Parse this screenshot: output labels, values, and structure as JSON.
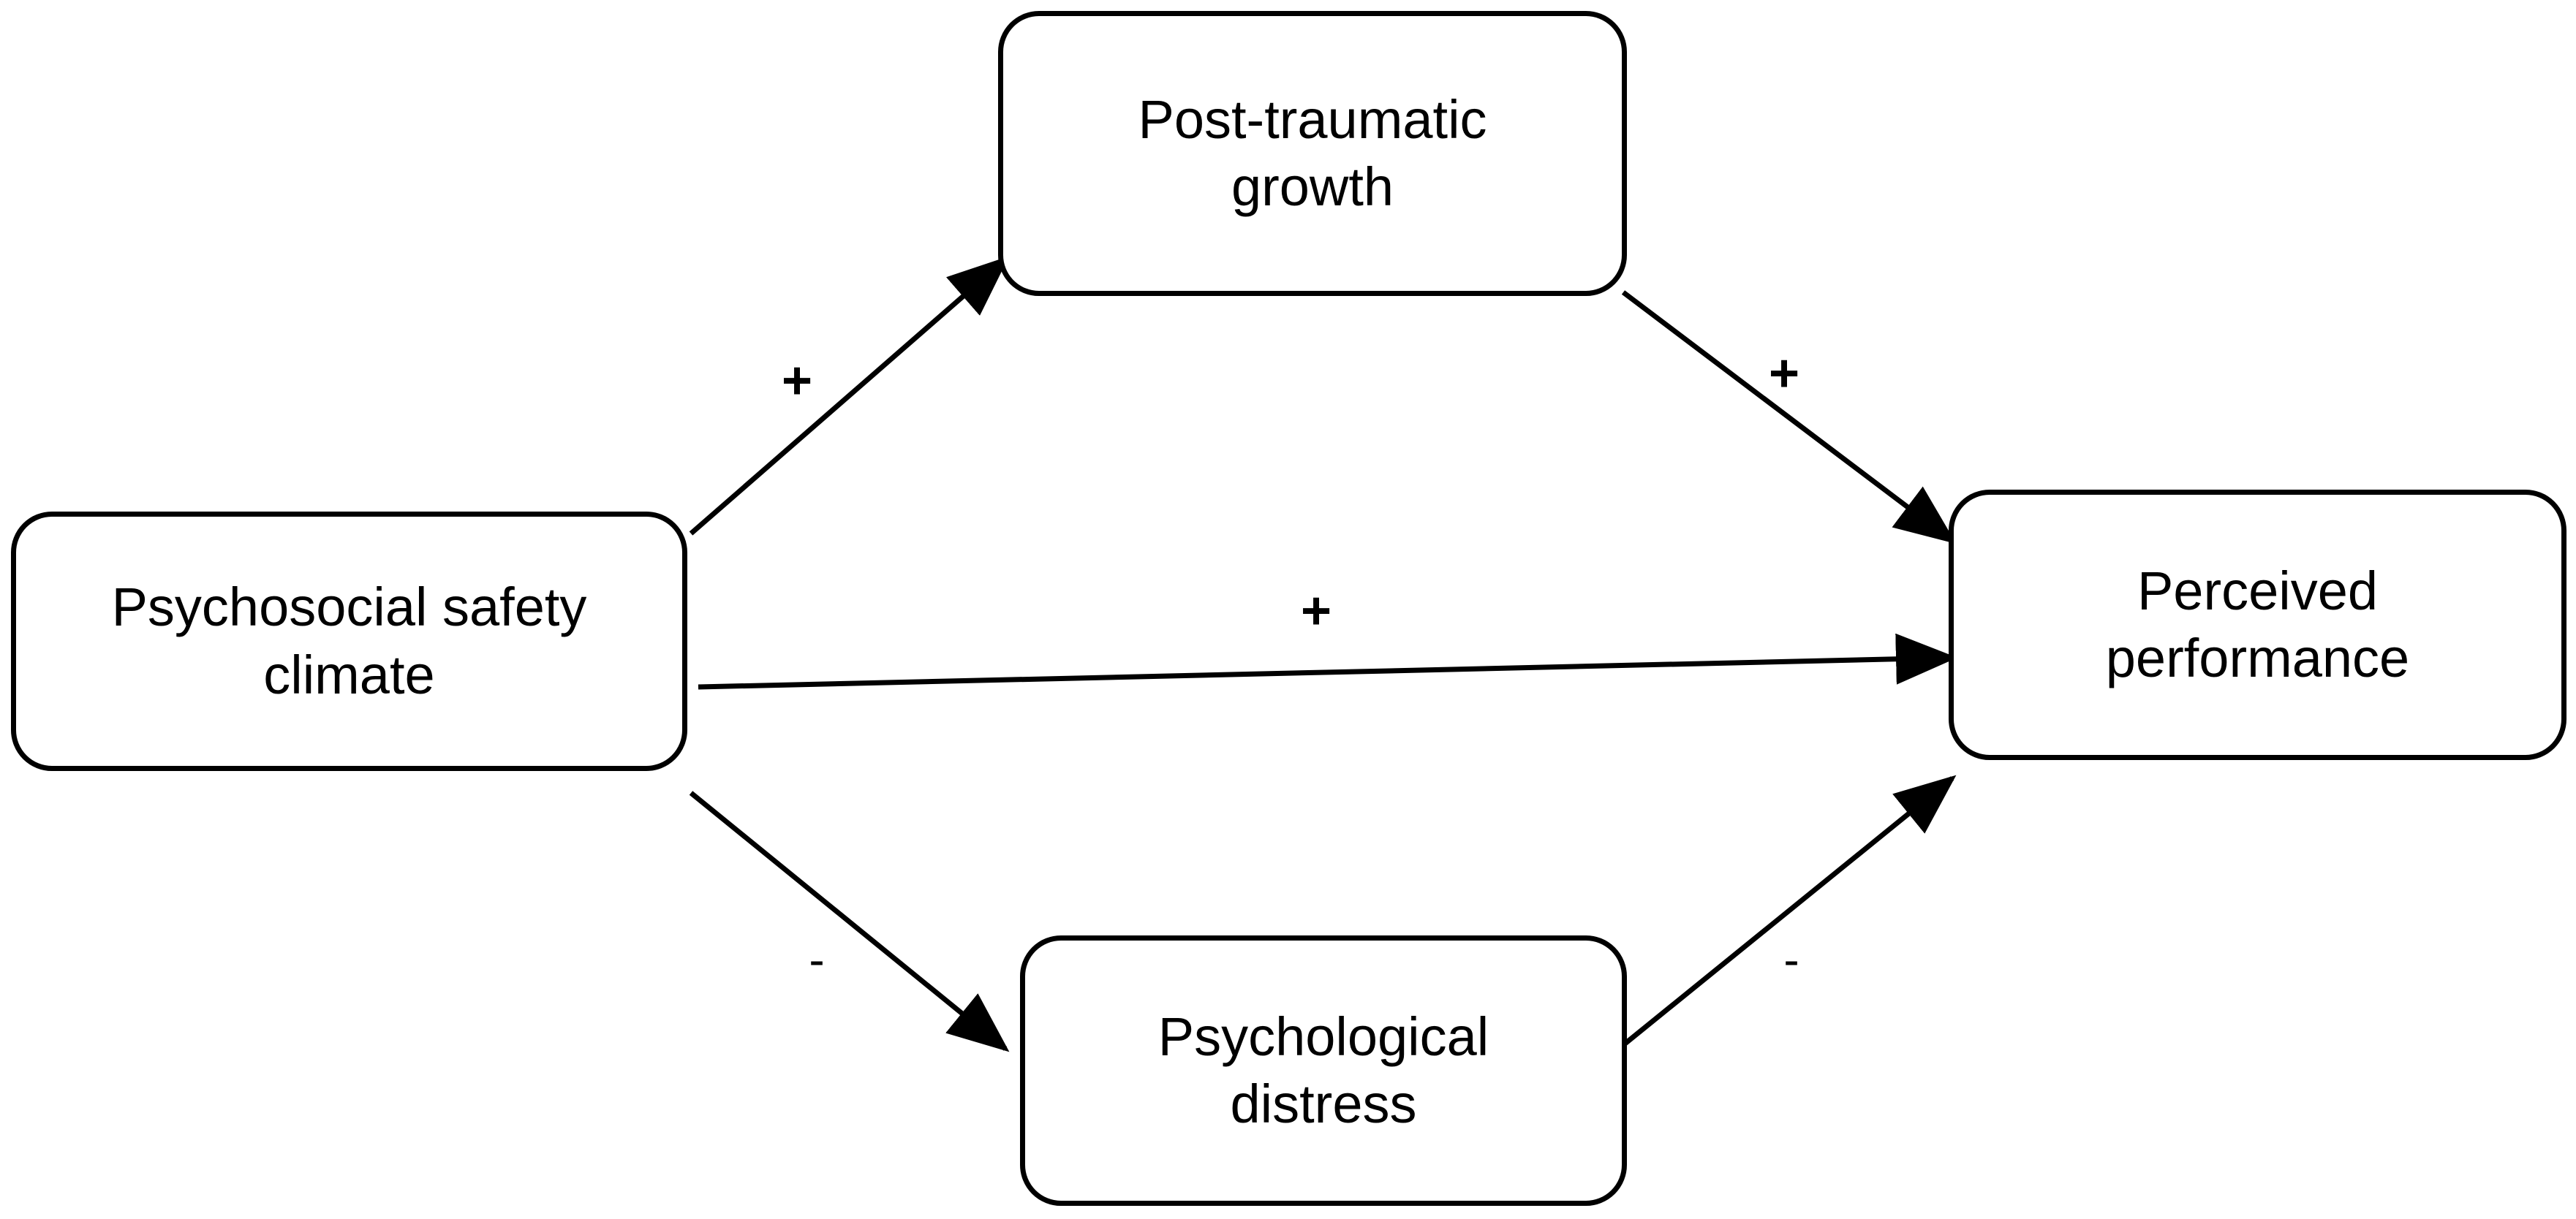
{
  "nodes": {
    "psc": {
      "line1": "Psychosocial safety",
      "line2": "climate"
    },
    "ptg": {
      "line1": "Post-traumatic",
      "line2": "growth"
    },
    "pp": {
      "line1": "Perceived",
      "line2": "performance"
    },
    "pd": {
      "line1": "Psychological",
      "line2": "distress"
    }
  },
  "edges": {
    "psc_ptg": "+",
    "ptg_pp": "+",
    "psc_pp": "+",
    "psc_pd": "-",
    "pd_pp": "-"
  },
  "colors": {
    "stroke": "#000000",
    "background": "#ffffff"
  }
}
